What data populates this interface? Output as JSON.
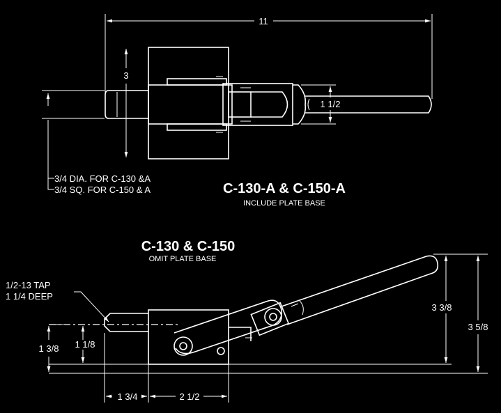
{
  "top_view": {
    "overall_length": "11",
    "base_width": "3",
    "handle_width": "1 1/2",
    "note_line1": "3/4 DIA. FOR C-130 &A",
    "note_line2": "3/4 SQ. FOR C-150 & A",
    "title": "C-130-A & C-150-A",
    "subtitle": "INCLUDE PLATE BASE"
  },
  "side_view": {
    "title": "C-130 & C-150",
    "subtitle": "OMIT PLATE BASE",
    "tap_line1": "1/2-13 TAP",
    "tap_line2": "1 1/4 DEEP",
    "height_outer": "1 3/8",
    "height_inner": "1 1/8",
    "handle_height": "3 3/8",
    "overall_height": "3 5/8",
    "plunger_length": "1 3/4",
    "base_length": "2 1/2"
  },
  "colors": {
    "background": "#000000",
    "line": "#ffffff"
  }
}
